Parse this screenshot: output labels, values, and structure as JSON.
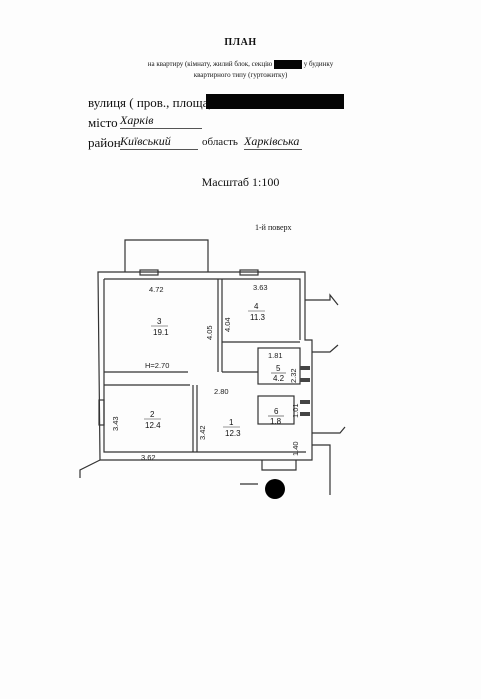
{
  "header": {
    "title": "ПЛАН",
    "subtitle_line1": "на квартиру (кімнату, жилий блок, секцію",
    "subtitle_line1_end": "у будинку",
    "subtitle_line2": "квартирного типу (гуртожитку)"
  },
  "fields": {
    "street_label": "вулиця ( пров., площа)",
    "city_label": "місто",
    "city_value": "Харків",
    "district_label": "район",
    "district_value": "Київський",
    "region_label": "область",
    "region_value": "Харківська"
  },
  "scale": "Масштаб 1:100",
  "floor": "1-й поверх",
  "height": "Н=2.70",
  "rooms": [
    {
      "num": "1",
      "area": "12.3"
    },
    {
      "num": "2",
      "area": "12.4"
    },
    {
      "num": "3",
      "area": "19.1"
    },
    {
      "num": "4",
      "area": "11.3"
    },
    {
      "num": "5",
      "area": "4.2"
    },
    {
      "num": "6",
      "area": "1.8"
    }
  ],
  "dimensions": {
    "d_472": "4.72",
    "d_363": "3.63",
    "d_405": "4.05",
    "d_404": "4.04",
    "d_181": "1.81",
    "d_232": "2.32",
    "d_280": "2.80",
    "d_101": "1.01",
    "d_343": "3.43",
    "d_342": "3.42",
    "d_362": "3.62",
    "d_140": "1.40"
  }
}
